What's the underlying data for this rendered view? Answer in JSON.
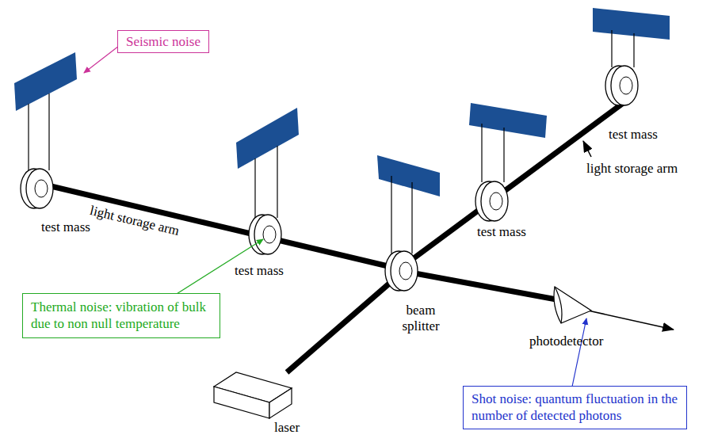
{
  "diagram": {
    "nodes": [
      {
        "text": [
          "Seismic noise"
        ]
      },
      {
        "text": [
          "Thermal noise: vibration of bulk due to non null temperature"
        ]
      },
      {
        "text": [
          "Shot noise: quantum fluctuation in the number of detected photons"
        ]
      }
    ],
    "labels": [
      "test mass",
      "light storage arm",
      "test mass",
      "beam splitter",
      "test mass",
      "test mass",
      "light storage arm",
      "laser",
      "photodetector"
    ]
  }
}
